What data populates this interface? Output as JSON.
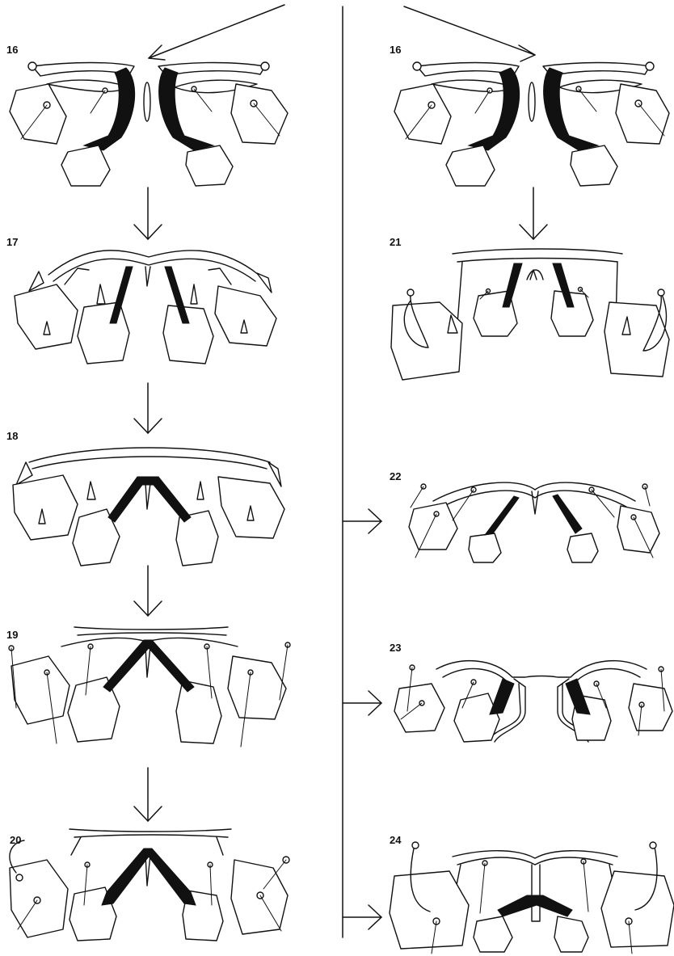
{
  "figures": [
    {
      "id": "16",
      "label": "16"
    },
    {
      "id": "17",
      "label": "17"
    },
    {
      "id": "18",
      "label": "18"
    },
    {
      "id": "19",
      "label": "19"
    },
    {
      "id": "20",
      "label": "20"
    },
    {
      "id": "16b",
      "label": "16"
    },
    {
      "id": "21",
      "label": "21"
    },
    {
      "id": "22",
      "label": "22"
    },
    {
      "id": "23",
      "label": "23"
    },
    {
      "id": "24",
      "label": "24"
    }
  ]
}
